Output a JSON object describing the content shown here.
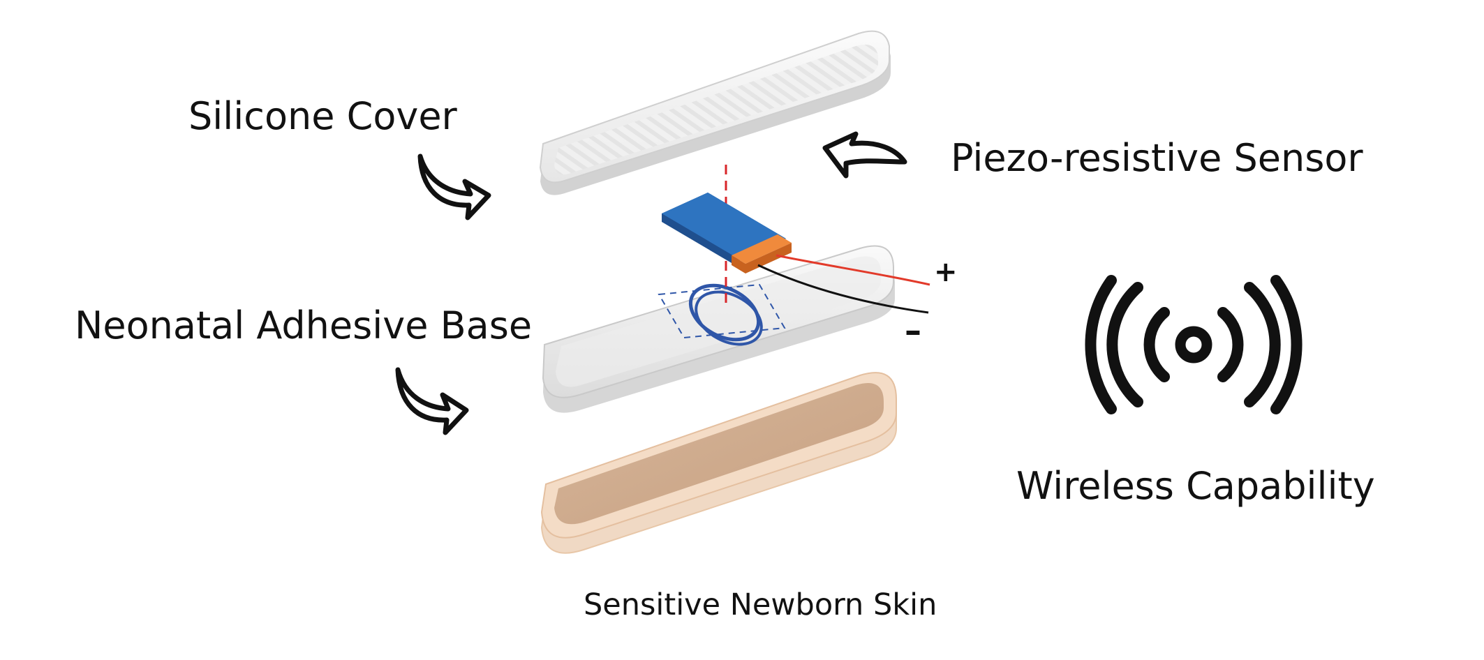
{
  "labels": {
    "silicone_cover": "Silicone Cover",
    "piezo_sensor": "Piezo-resistive Sensor",
    "adhesive_base": "Neonatal Adhesive Base",
    "wireless": "Wireless Capability",
    "newborn_skin": "Sensitive Newborn Skin",
    "positive_terminal": "+",
    "negative_terminal": "–"
  },
  "colors": {
    "sensor_blue": "#2e74c0",
    "sensor_blue_dark": "#1f4f8e",
    "electrode_orange": "#e07a32",
    "positive_wire": "#e23a2a",
    "negative_wire": "#111111",
    "coil_blue": "#2f56a8",
    "axis_red": "#d8262a",
    "skin_tan": "#d8b89c",
    "skin_rim": "#f2d8c0"
  },
  "icons": [
    "arrow-icon",
    "wireless-signal-icon"
  ]
}
